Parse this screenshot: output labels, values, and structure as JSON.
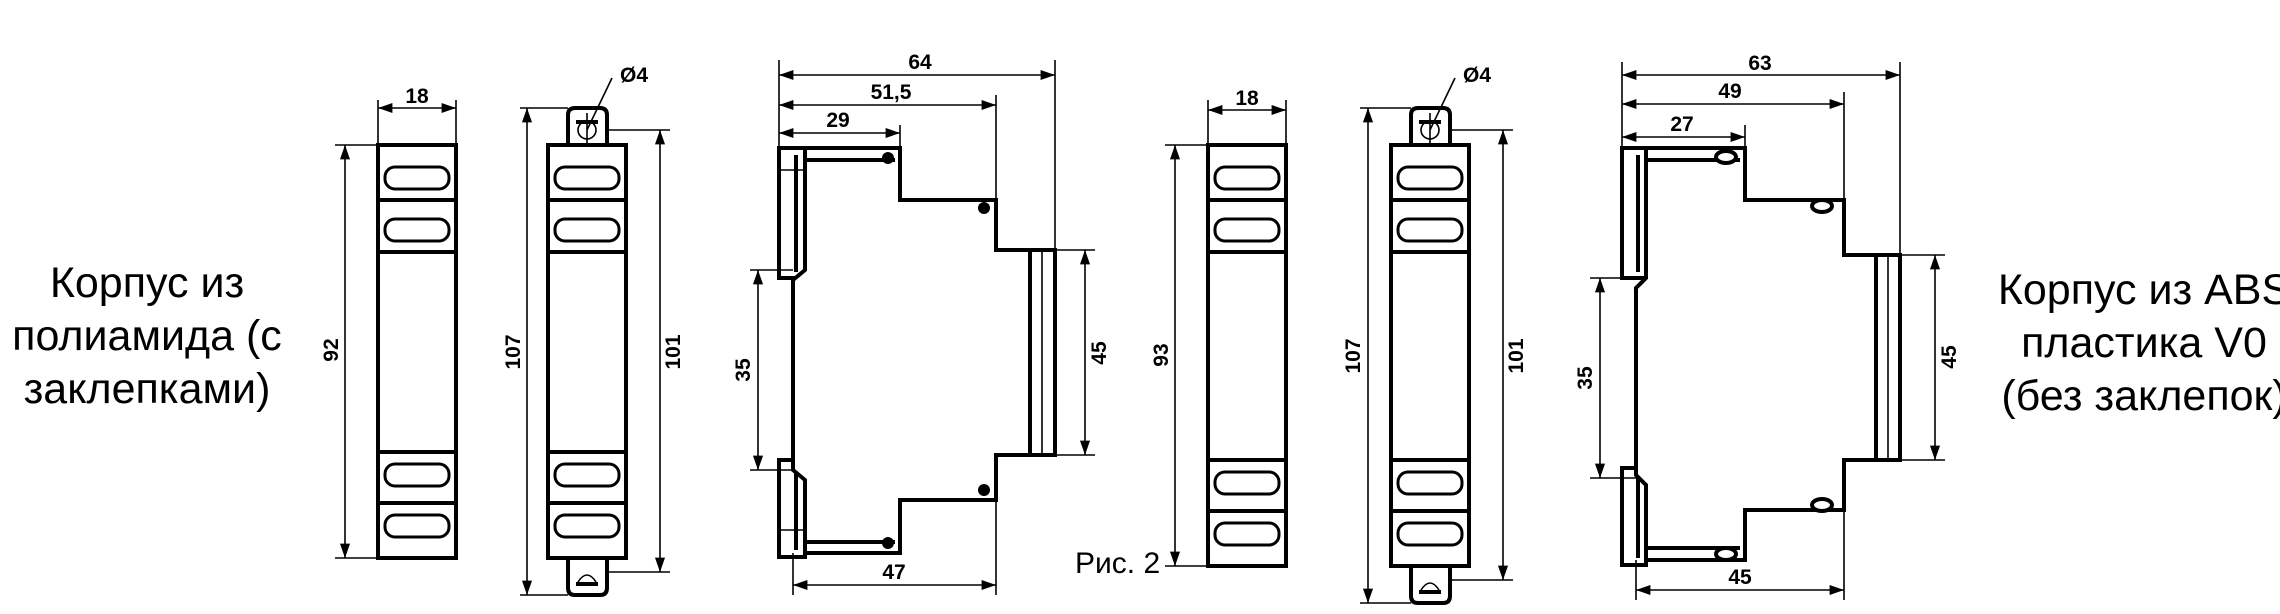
{
  "diagram": {
    "left_caption": [
      "Корпус из",
      "полиамида (с",
      "заклепками)"
    ],
    "right_caption": [
      "Корпус из ABS",
      "пластика V0",
      "(без заклепок)"
    ],
    "figure_label": "Рис. 2",
    "dims": {
      "a_width": "18",
      "a_height": "92",
      "b_hole": "Ø4",
      "b_total": "107",
      "b_inner": "101",
      "c_total": "64",
      "c_mid": "51,5",
      "c_top": "29",
      "c_rail": "35",
      "c_front": "45",
      "c_bottom": "47",
      "d_width": "18",
      "d_height": "93",
      "e_hole": "Ø4",
      "e_total": "107",
      "e_inner": "101",
      "f_total": "63",
      "f_mid": "49",
      "f_top": "27",
      "f_rail": "35",
      "f_front": "45",
      "f_bottom": "45"
    }
  }
}
